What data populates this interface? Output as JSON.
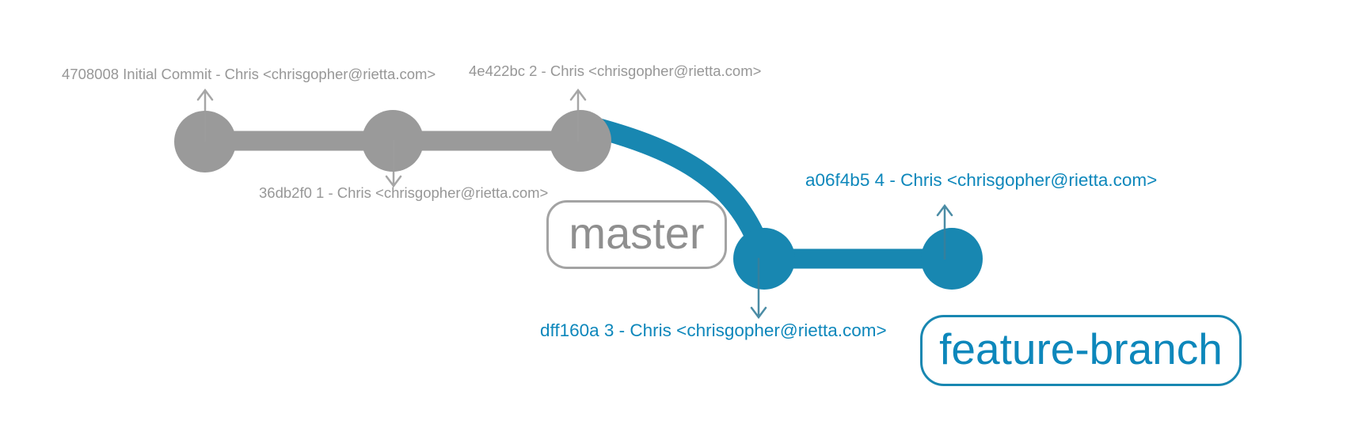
{
  "colors": {
    "background": "#ffffff",
    "gray_shape": "#9a9a9a",
    "gray_text": "#979797",
    "gray_border": "#a3a3a3",
    "master_text": "#8f8f8f",
    "blue_shape": "#1887b1",
    "blue_text": "#0d87bb",
    "gray_arrow": "#9c9c9c",
    "blue_arrow": "#37809b"
  },
  "branches": [
    {
      "name": "master",
      "color": "#9a9a9a"
    },
    {
      "name": "feature-branch",
      "color": "#1887b1"
    }
  ],
  "commits": [
    {
      "hash": "4708008",
      "branch": "master",
      "label": "4708008 Initial Commit - Chris <chrisgopher@rietta.com>"
    },
    {
      "hash": "36db2f0",
      "branch": "master",
      "label": "36db2f0 1 - Chris <chrisgopher@rietta.com>"
    },
    {
      "hash": "4e422bc",
      "branch": "master",
      "label": "4e422bc 2 - Chris <chrisgopher@rietta.com>"
    },
    {
      "hash": "dff160a",
      "branch": "feature-branch",
      "label": "dff160a 3 - Chris <chrisgopher@rietta.com>"
    },
    {
      "hash": "a06f4b5",
      "branch": "feature-branch",
      "label": "a06f4b5 4 - Chris <chrisgopher@rietta.com>"
    }
  ]
}
